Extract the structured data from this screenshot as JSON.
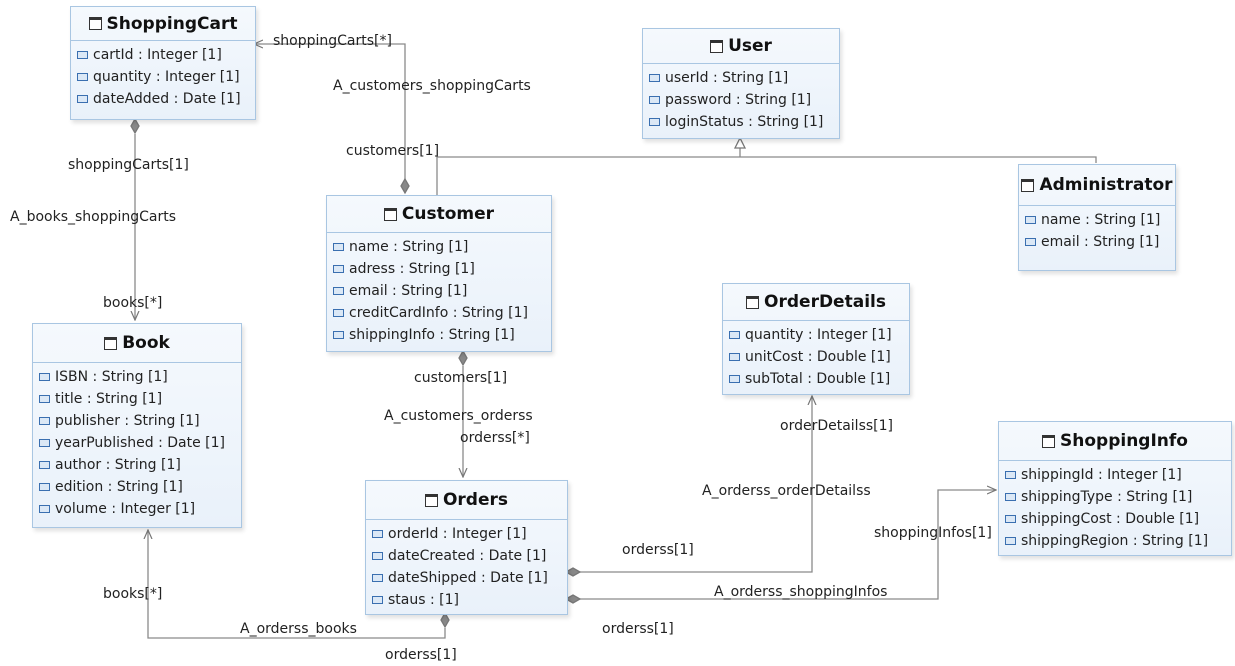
{
  "classes": {
    "shopping_cart": {
      "name": "ShoppingCart",
      "attributes": [
        "cartId : Integer [1]",
        "quantity : Integer [1]",
        "dateAdded : Date [1]"
      ]
    },
    "user": {
      "name": "User",
      "attributes": [
        "userId : String [1]",
        "password : String [1]",
        "loginStatus : String [1]"
      ]
    },
    "customer": {
      "name": "Customer",
      "attributes": [
        "name : String [1]",
        "adress : String [1]",
        "email : String [1]",
        "creditCardInfo : String [1]",
        "shippingInfo : String [1]"
      ]
    },
    "administrator": {
      "name": "Administrator",
      "attributes": [
        "name : String [1]",
        "email : String [1]"
      ]
    },
    "book": {
      "name": "Book",
      "attributes": [
        "ISBN : String [1]",
        "title : String [1]",
        "publisher : String [1]",
        "yearPublished : Date [1]",
        "author : String [1]",
        "edition : String [1]",
        "volume : Integer [1]"
      ]
    },
    "order_details": {
      "name": "OrderDetails",
      "attributes": [
        "quantity : Integer [1]",
        "unitCost : Double [1]",
        "subTotal : Double [1]"
      ]
    },
    "shopping_info": {
      "name": "ShoppingInfo",
      "attributes": [
        "shippingId : Integer [1]",
        "shippingType : String [1]",
        "shippingCost : Double [1]",
        "shippingRegion : String [1]"
      ]
    },
    "orders": {
      "name": "Orders",
      "attributes": [
        "orderId : Integer [1]",
        "dateCreated : Date [1]",
        "dateShipped : Date [1]",
        "staus :  [1]"
      ]
    }
  },
  "labels": {
    "sc_customer_role_shoppingcarts": "shoppingCarts[*]",
    "sc_customer_assoc": "A_customers_shoppingCarts",
    "sc_customer_role_customers": "customers[1]",
    "sc_book_role_shoppingcarts": "shoppingCarts[1]",
    "sc_book_assoc": "A_books_shoppingCarts",
    "sc_book_role_books": "books[*]",
    "cust_orders_role_customers": "customers[1]",
    "cust_orders_assoc": "A_customers_orderss",
    "cust_orders_role_orderss": "orderss[*]",
    "od_role_orderdetailss": "orderDetailss[1]",
    "od_assoc": "A_orderss_orderDetailss",
    "od_role_orderss": "orderss[1]",
    "si_role_shoppinginfos": "shoppingInfos[1]",
    "si_assoc": "A_orderss_shoppingInfos",
    "si_role_orderss": "orderss[1]",
    "ob_role_books": "books[*]",
    "ob_assoc": "A_orderss_books",
    "ob_role_orderss": "orderss[1]"
  }
}
